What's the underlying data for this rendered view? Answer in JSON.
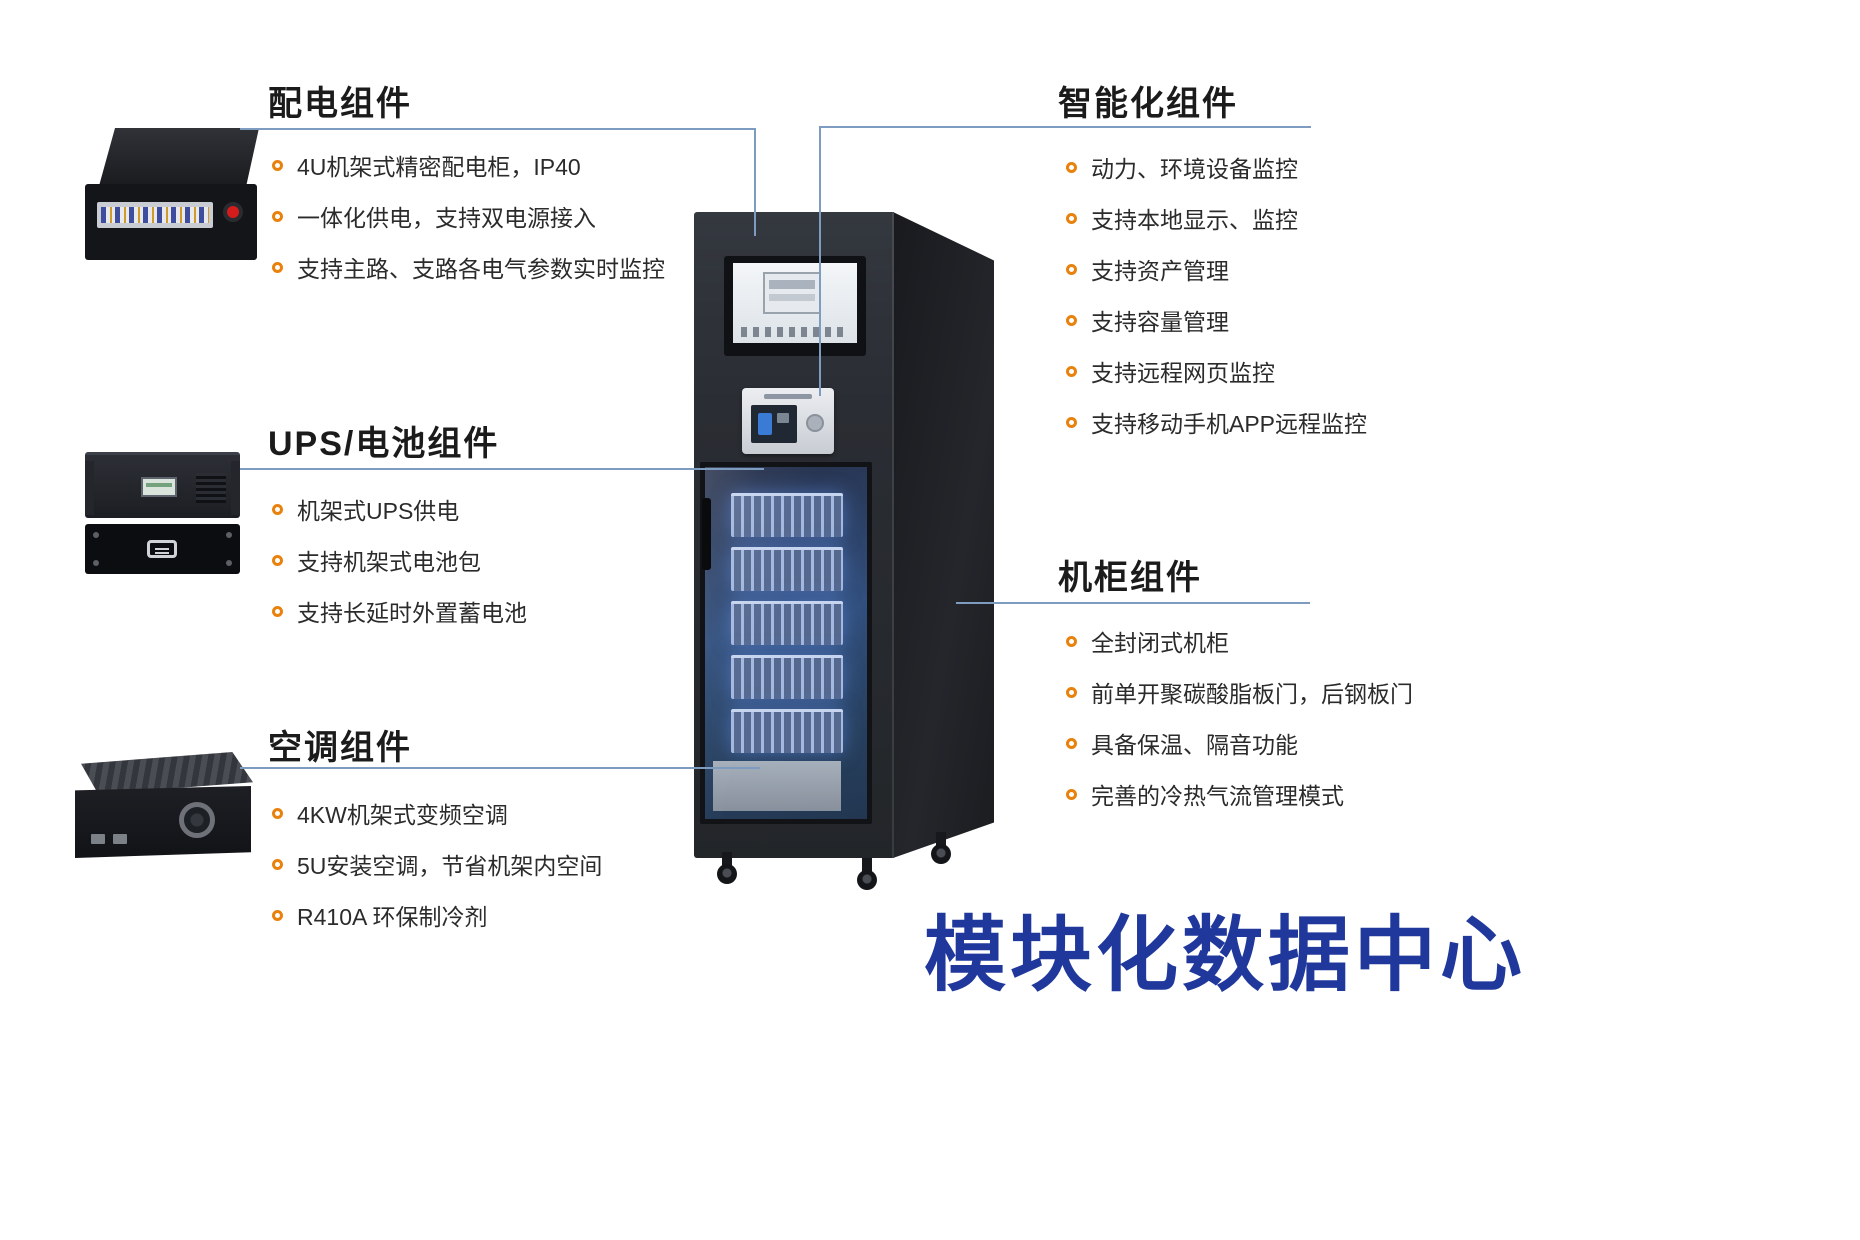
{
  "title": "模块化数据中心",
  "sections": {
    "power": {
      "title": "配电组件",
      "items": [
        "4U机架式精密配电柜，IP40",
        "一体化供电，支持双电源接入",
        "支持主路、支路各电气参数实时监控"
      ]
    },
    "smart": {
      "title": "智能化组件",
      "items": [
        "动力、环境设备监控",
        "支持本地显示、监控",
        "支持资产管理",
        "支持容量管理",
        "支持远程网页监控",
        "支持移动手机APP远程监控"
      ]
    },
    "ups": {
      "title": "UPS/电池组件",
      "items": [
        "机架式UPS供电",
        "支持机架式电池包",
        "支持长延时外置蓄电池"
      ]
    },
    "cabinet": {
      "title": "机柜组件",
      "items": [
        "全封闭式机柜",
        "前单开聚碳酸脂板门，后钢板门",
        "具备保温、隔音功能",
        "完善的冷热气流管理模式"
      ]
    },
    "ac": {
      "title": "空调组件",
      "items": [
        "4KW机架式变频空调",
        "5U安装空调，节省机架内空间",
        "R410A 环保制冷剂"
      ]
    }
  },
  "colors": {
    "bullet_orange": "#e8820c",
    "connector_blue": "#7e9cc0",
    "title_blue": "#20389b"
  }
}
